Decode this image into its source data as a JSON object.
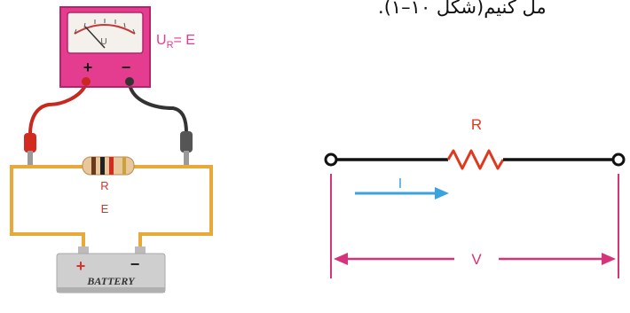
{
  "caption": {
    "text": "مل كنيم(شكل ۱۰–۱)",
    "tail": "."
  },
  "left_circuit": {
    "meter_label": "Uʀ",
    "meter_scale_text": "U",
    "meter_eq": "U",
    "meter_eq_sub": "R",
    "meter_eq_rest": "= E",
    "plus": "+",
    "minus": "−",
    "resistor_label": "R",
    "source_label": "E",
    "battery_plus": "+",
    "battery_minus": "−",
    "battery_label": "BATTERY"
  },
  "right_circuit": {
    "resistor_label": "R",
    "current_label": "I",
    "voltage_label": "V"
  },
  "colors": {
    "meter_body": "#e43c8e",
    "wire_gold": "#e8a83a",
    "lead_red": "#c8281e",
    "lead_black": "#333333",
    "resistor_red": "#e0371f",
    "current_blue": "#3aa3dd",
    "voltage_magenta": "#d5337a",
    "battery_body": "#cfcfcf"
  }
}
